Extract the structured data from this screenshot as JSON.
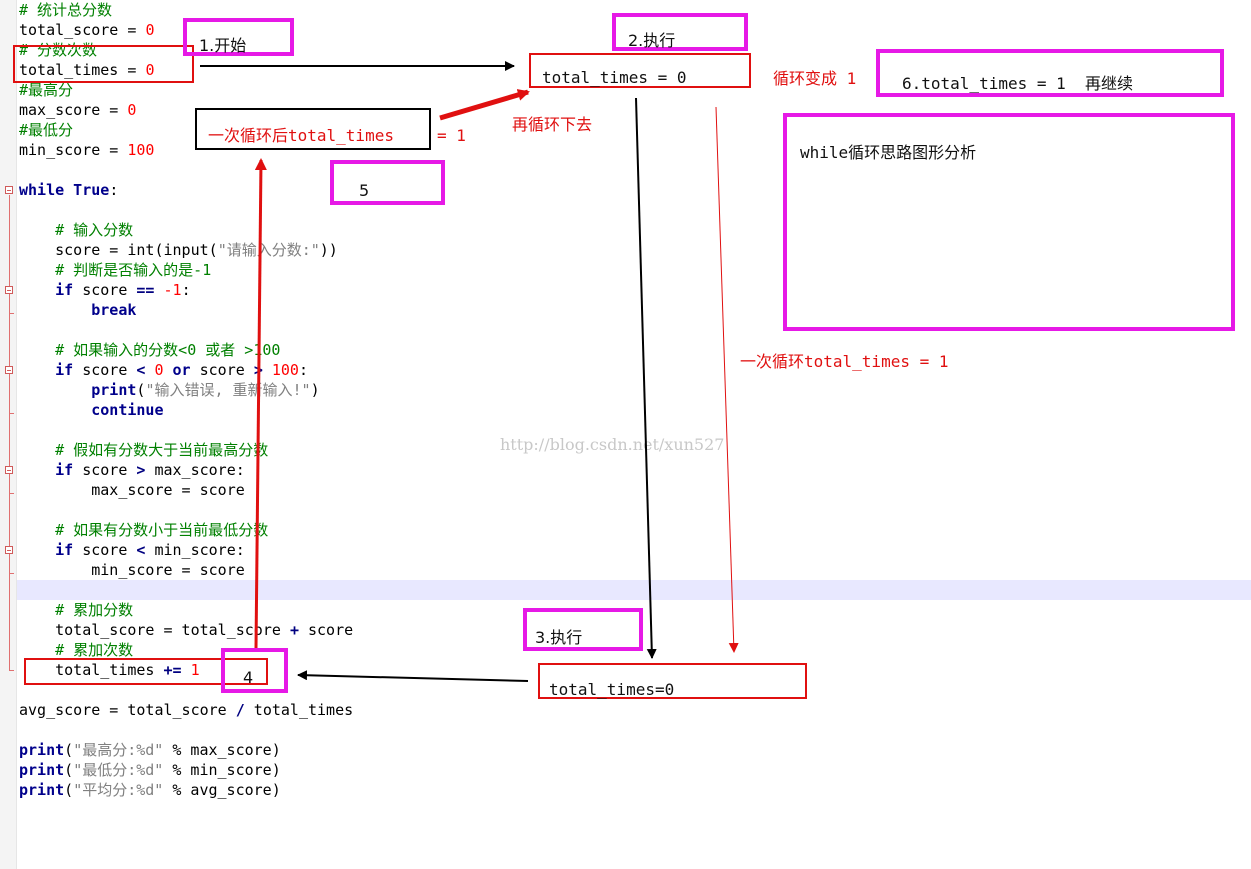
{
  "code": {
    "lines": [
      {
        "parts": [
          {
            "t": "# 统计总分数",
            "c": "cm"
          }
        ]
      },
      {
        "parts": [
          {
            "t": "total_score = "
          },
          {
            "t": "0",
            "c": "nm"
          }
        ]
      },
      {
        "parts": [
          {
            "t": "# 分数次数",
            "c": "cm"
          }
        ]
      },
      {
        "parts": [
          {
            "t": "total_times = "
          },
          {
            "t": "0",
            "c": "nm"
          }
        ]
      },
      {
        "parts": [
          {
            "t": "#最高分",
            "c": "cm"
          }
        ]
      },
      {
        "parts": [
          {
            "t": "max_score = "
          },
          {
            "t": "0",
            "c": "nm"
          }
        ]
      },
      {
        "parts": [
          {
            "t": "#最低分",
            "c": "cm"
          }
        ]
      },
      {
        "parts": [
          {
            "t": "min_score = "
          },
          {
            "t": "100",
            "c": "nm"
          }
        ]
      },
      {
        "parts": []
      },
      {
        "parts": [
          {
            "t": "while True",
            "c": "kw"
          },
          {
            "t": ":"
          }
        ]
      },
      {
        "parts": []
      },
      {
        "parts": [
          {
            "t": "    "
          },
          {
            "t": "# 输入分数",
            "c": "cm"
          }
        ]
      },
      {
        "parts": [
          {
            "t": "    score = int(input("
          },
          {
            "t": "\"请输入分数:\"",
            "c": "st"
          },
          {
            "t": "))"
          }
        ]
      },
      {
        "parts": [
          {
            "t": "    "
          },
          {
            "t": "# 判断是否输入的是-1",
            "c": "cm"
          }
        ]
      },
      {
        "parts": [
          {
            "t": "    "
          },
          {
            "t": "if",
            "c": "kw"
          },
          {
            "t": " score "
          },
          {
            "t": "==",
            "c": "op"
          },
          {
            "t": " "
          },
          {
            "t": "-1",
            "c": "nm"
          },
          {
            "t": ":"
          }
        ]
      },
      {
        "parts": [
          {
            "t": "        "
          },
          {
            "t": "break",
            "c": "kw"
          }
        ]
      },
      {
        "parts": []
      },
      {
        "parts": [
          {
            "t": "    "
          },
          {
            "t": "# 如果输入的分数<0 或者 >100",
            "c": "cm"
          }
        ]
      },
      {
        "parts": [
          {
            "t": "    "
          },
          {
            "t": "if",
            "c": "kw"
          },
          {
            "t": " score "
          },
          {
            "t": "<",
            "c": "op"
          },
          {
            "t": " "
          },
          {
            "t": "0",
            "c": "nm"
          },
          {
            "t": " "
          },
          {
            "t": "or",
            "c": "kw"
          },
          {
            "t": " score "
          },
          {
            "t": ">",
            "c": "op"
          },
          {
            "t": " "
          },
          {
            "t": "100",
            "c": "nm"
          },
          {
            "t": ":"
          }
        ]
      },
      {
        "parts": [
          {
            "t": "        "
          },
          {
            "t": "print",
            "c": "kw"
          },
          {
            "t": "("
          },
          {
            "t": "\"输入错误, 重新输入!\"",
            "c": "st"
          },
          {
            "t": ")"
          }
        ]
      },
      {
        "parts": [
          {
            "t": "        "
          },
          {
            "t": "continue",
            "c": "kw"
          }
        ]
      },
      {
        "parts": []
      },
      {
        "parts": [
          {
            "t": "    "
          },
          {
            "t": "# 假如有分数大于当前最高分数",
            "c": "cm"
          }
        ]
      },
      {
        "parts": [
          {
            "t": "    "
          },
          {
            "t": "if",
            "c": "kw"
          },
          {
            "t": " score "
          },
          {
            "t": ">",
            "c": "op"
          },
          {
            "t": " max_score:"
          }
        ]
      },
      {
        "parts": [
          {
            "t": "        max_score = score"
          }
        ]
      },
      {
        "parts": []
      },
      {
        "parts": [
          {
            "t": "    "
          },
          {
            "t": "# 如果有分数小于当前最低分数",
            "c": "cm"
          }
        ]
      },
      {
        "parts": [
          {
            "t": "    "
          },
          {
            "t": "if",
            "c": "kw"
          },
          {
            "t": " score "
          },
          {
            "t": "<",
            "c": "op"
          },
          {
            "t": " min_score:"
          }
        ]
      },
      {
        "parts": [
          {
            "t": "        min_score = score"
          }
        ]
      },
      {
        "parts": []
      },
      {
        "parts": [
          {
            "t": "    "
          },
          {
            "t": "# 累加分数",
            "c": "cm"
          }
        ]
      },
      {
        "parts": [
          {
            "t": "    total_score = total_score "
          },
          {
            "t": "+",
            "c": "op"
          },
          {
            "t": " score"
          }
        ]
      },
      {
        "parts": [
          {
            "t": "    "
          },
          {
            "t": "# 累加次数",
            "c": "cm"
          }
        ]
      },
      {
        "parts": [
          {
            "t": "    total_times "
          },
          {
            "t": "+=",
            "c": "op"
          },
          {
            "t": " "
          },
          {
            "t": "1",
            "c": "nm"
          }
        ]
      },
      {
        "parts": []
      },
      {
        "parts": [
          {
            "t": "avg_score = total_score "
          },
          {
            "t": "/",
            "c": "op"
          },
          {
            "t": " total_times"
          }
        ]
      },
      {
        "parts": []
      },
      {
        "parts": [
          {
            "t": "print",
            "c": "kw"
          },
          {
            "t": "("
          },
          {
            "t": "\"最高分:%d\"",
            "c": "st"
          },
          {
            "t": " % max_score)"
          }
        ]
      },
      {
        "parts": [
          {
            "t": "print",
            "c": "kw"
          },
          {
            "t": "("
          },
          {
            "t": "\"最低分:%d\"",
            "c": "st"
          },
          {
            "t": " % min_score)"
          }
        ]
      },
      {
        "parts": [
          {
            "t": "print",
            "c": "kw"
          },
          {
            "t": "("
          },
          {
            "t": "\"平均分:%d\"",
            "c": "st"
          },
          {
            "t": " % avg_score)"
          }
        ]
      }
    ]
  },
  "annotations": {
    "step1": "1.开始",
    "step2": "2.执行",
    "step3": "3.执行",
    "step4": "4",
    "step5": "5",
    "step6": "6.total_times = 1  再继续",
    "box_top": "total_times = 0",
    "box_bottom": "total_times=0",
    "after_loop": "一次循环后total_times",
    "after_loop_eq": "= 1",
    "loop_again": "再循环下去",
    "loop_becomes": "循环变成 1",
    "one_loop": "一次循环total_times = 1",
    "analysis_title": "while循环思路图形分析"
  },
  "watermark": "http://blog.csdn.net/xun527",
  "colors": {
    "annotation_red": "#e01010",
    "highlight_magenta": "#e619e6",
    "comment_green": "#008000",
    "keyword_navy": "#00008b",
    "number_red": "#ff0000",
    "string_gray": "#808080",
    "current_line": "#e8e8ff"
  }
}
